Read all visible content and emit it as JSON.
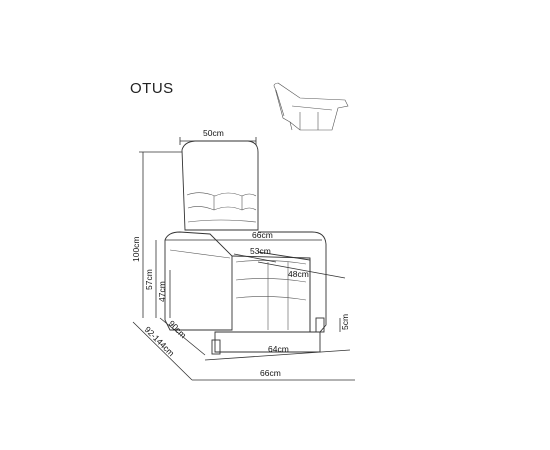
{
  "product_name": "OTUS",
  "dimensions": {
    "backrest_width": "50cm",
    "seat_width_arms": "66cm",
    "seat_depth": "53cm",
    "seat_width": "48cm",
    "total_height": "100cm",
    "arm_height": "57cm",
    "seat_height": "47cm",
    "depth": "90cm",
    "reclined_depth": "92-144cm",
    "base_width": "64cm",
    "total_width": "66cm",
    "foot_height": "5cm"
  }
}
